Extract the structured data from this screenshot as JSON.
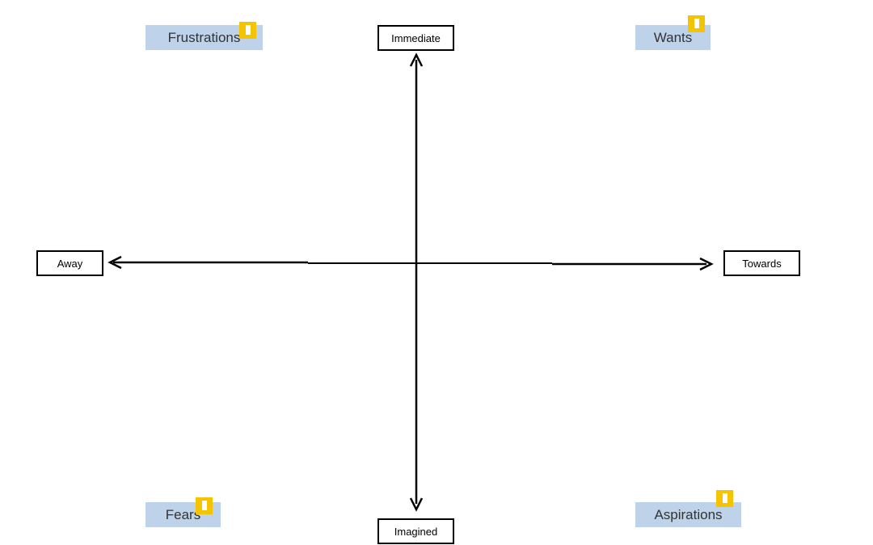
{
  "axes": {
    "top_label": "Immediate",
    "bottom_label": "Imagined",
    "left_label": "Away",
    "right_label": "Towards"
  },
  "quadrants": {
    "top_left": "Frustrations",
    "top_right": "Wants",
    "bottom_left": "Fears",
    "bottom_right": "Aspirations"
  },
  "icons": {
    "note": "sticky-note-icon"
  },
  "colors": {
    "quadrant_label_bg": "#bed3ea",
    "note_icon": "#f5c400",
    "axis": "#000000"
  }
}
